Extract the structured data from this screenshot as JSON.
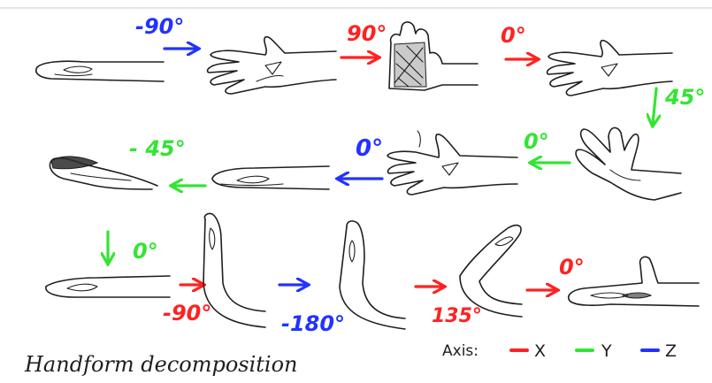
{
  "colors": {
    "x_axis": "#ff2222",
    "y_axis": "#33e533",
    "z_axis": "#2233ff",
    "ink": "#1e1e1e",
    "rule": "#cccccc"
  },
  "angles": {
    "r1_a1": "-90°",
    "r1_a2": "90°",
    "r1_a3": "0°",
    "r2_a1": "45°",
    "r2_a2": "0°",
    "r2_a3": "0°",
    "r2_a4": "- 45°",
    "r3_a1": "0°",
    "r3_a2": "-90°",
    "r3_a3": "-180°",
    "r3_a4": "135°",
    "r3_a5": "0°"
  },
  "legend": {
    "title": "Axis:",
    "x": "X",
    "y": "Y",
    "z": "Z"
  },
  "caption": "Handform decomposition"
}
